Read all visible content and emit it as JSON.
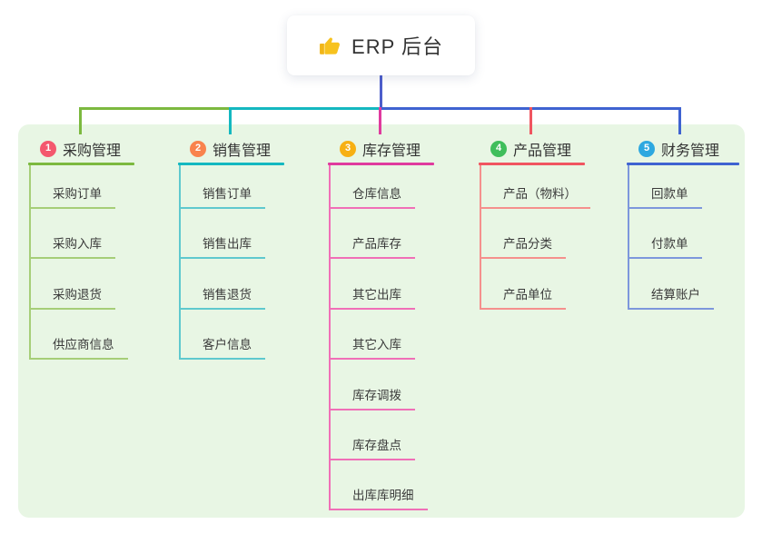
{
  "root": {
    "title": "ERP 后台",
    "icon": "thumbs-up-icon",
    "icon_color": "#f7c21e"
  },
  "canvas": {
    "page_background": "#ffffff",
    "container_background": "#e8f6e4",
    "root_connector_color": "#4d5ecb",
    "text_color": "#333333"
  },
  "branches": [
    {
      "index": "1",
      "label": "采购管理",
      "badge_color": "#f4586e",
      "line_color": "#7cb93f",
      "child_line_color": "#a6ce78",
      "children": [
        "采购订单",
        "采购入库",
        "采购退货",
        "供应商信息"
      ]
    },
    {
      "index": "2",
      "label": "销售管理",
      "badge_color": "#f9834d",
      "line_color": "#14b8c0",
      "child_line_color": "#5fc9ce",
      "children": [
        "销售订单",
        "销售出库",
        "销售退货",
        "客户信息"
      ]
    },
    {
      "index": "3",
      "label": "库存管理",
      "badge_color": "#f7b013",
      "line_color": "#e03a9e",
      "child_line_color": "#f06fb7",
      "children": [
        "仓库信息",
        "产品库存",
        "其它出库",
        "其它入库",
        "库存调拨",
        "库存盘点",
        "出库库明细"
      ]
    },
    {
      "index": "4",
      "label": "产品管理",
      "badge_color": "#3fbe5b",
      "line_color": "#f05560",
      "child_line_color": "#f5908d",
      "children": [
        "产品（物料）",
        "产品分类",
        "产品单位"
      ]
    },
    {
      "index": "5",
      "label": "财务管理",
      "badge_color": "#2da8e0",
      "line_color": "#3f63d1",
      "child_line_color": "#7d97dc",
      "children": [
        "回款单",
        "付款单",
        "结算账户"
      ]
    }
  ]
}
